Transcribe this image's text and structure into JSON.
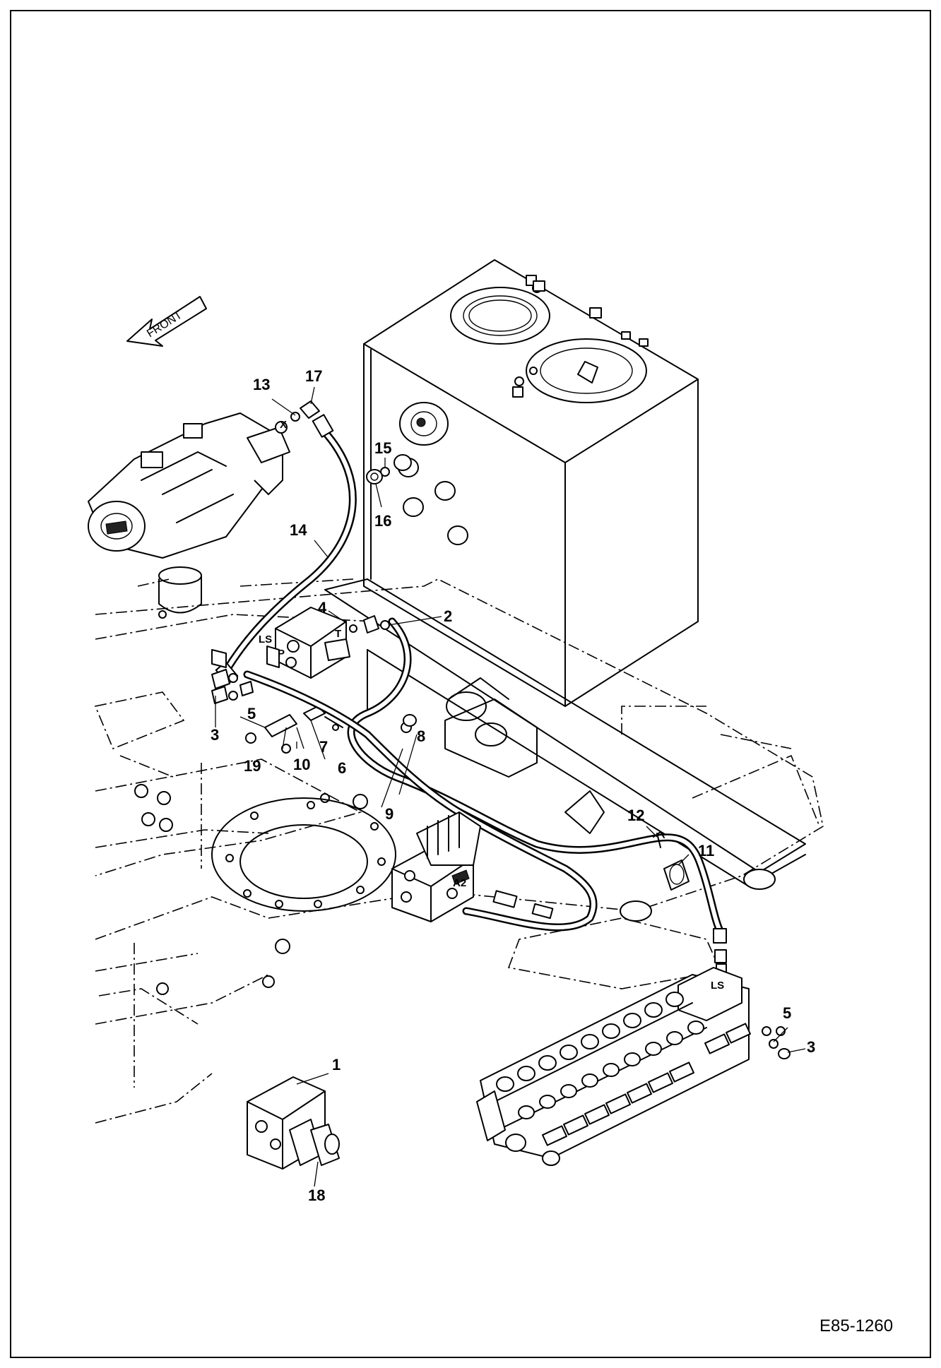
{
  "drawing": {
    "code": "E85-1260",
    "direction_label": "FRONT"
  },
  "callouts": [
    "1",
    "2",
    "3",
    "3",
    "4",
    "5",
    "5",
    "6",
    "7",
    "8",
    "9",
    "10",
    "11",
    "12",
    "13",
    "14",
    "15",
    "16",
    "17",
    "18",
    "19"
  ],
  "port_labels": [
    "X",
    "LS",
    "P",
    "T",
    "A2",
    "LS"
  ],
  "icons": {
    "front_arrow": "front-arrow-icon"
  }
}
